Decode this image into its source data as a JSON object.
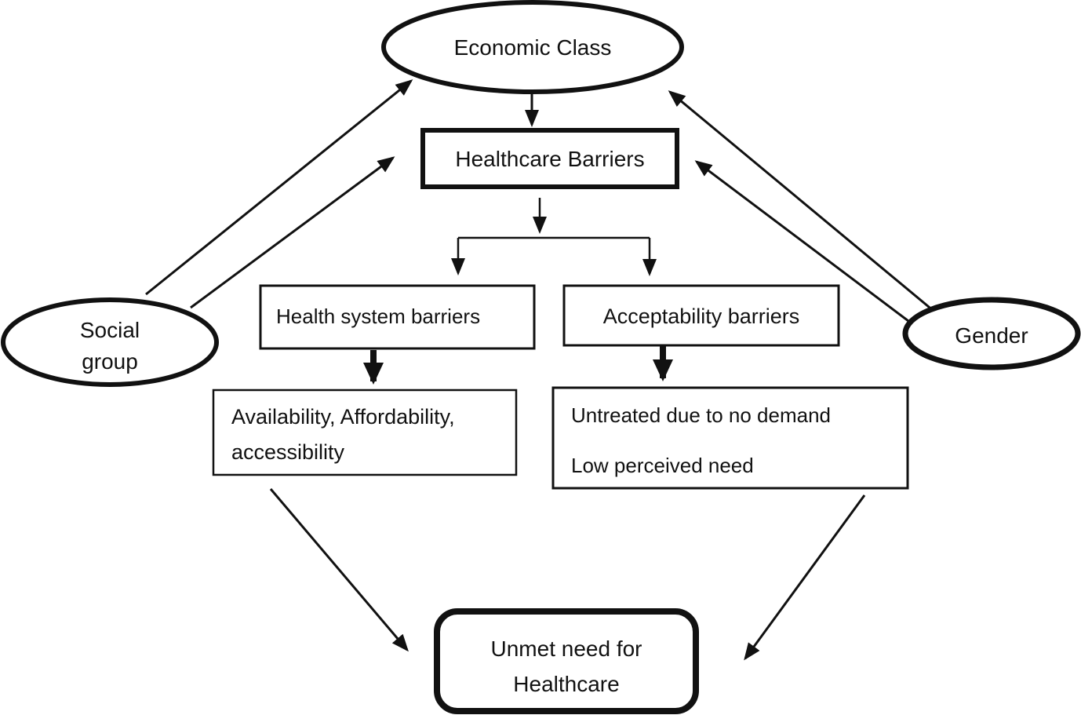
{
  "diagram": {
    "background_color": "#ffffff",
    "stroke_color": "#111111",
    "text_color": "#111111",
    "nodes": {
      "economic_class": {
        "shape": "ellipse",
        "label": "Economic Class"
      },
      "healthcare_barriers": {
        "shape": "rectangle",
        "label": "Healthcare Barriers"
      },
      "social_group": {
        "shape": "ellipse",
        "line1": "Social",
        "line2": "group"
      },
      "gender": {
        "shape": "ellipse",
        "label": "Gender"
      },
      "health_system_barriers": {
        "shape": "rectangle",
        "label": "Health system barriers"
      },
      "acceptability_barriers": {
        "shape": "rectangle",
        "label": "Acceptability barriers"
      },
      "availability": {
        "shape": "rectangle",
        "line1": "Availability, Affordability,",
        "line2": "accessibility"
      },
      "untreated": {
        "shape": "rectangle",
        "line1": "Untreated due to no demand",
        "line2": "Low perceived need"
      },
      "unmet_need": {
        "shape": "rounded-rectangle",
        "line1": "Unmet need for",
        "line2": "Healthcare"
      }
    },
    "edges": [
      {
        "from": "economic_class",
        "to": "healthcare_barriers",
        "style": "arrow"
      },
      {
        "from": "social_group",
        "to": "economic_class",
        "style": "arrow"
      },
      {
        "from": "social_group",
        "to": "healthcare_barriers",
        "style": "arrow"
      },
      {
        "from": "gender",
        "to": "economic_class",
        "style": "arrow"
      },
      {
        "from": "gender",
        "to": "healthcare_barriers",
        "style": "arrow"
      },
      {
        "from": "healthcare_barriers",
        "to": "health_system_barriers",
        "style": "elbow-arrow"
      },
      {
        "from": "healthcare_barriers",
        "to": "acceptability_barriers",
        "style": "elbow-arrow"
      },
      {
        "from": "health_system_barriers",
        "to": "availability",
        "style": "thick-arrow"
      },
      {
        "from": "acceptability_barriers",
        "to": "untreated",
        "style": "thick-arrow"
      },
      {
        "from": "availability",
        "to": "unmet_need",
        "style": "arrow"
      },
      {
        "from": "untreated",
        "to": "unmet_need",
        "style": "arrow"
      }
    ]
  }
}
